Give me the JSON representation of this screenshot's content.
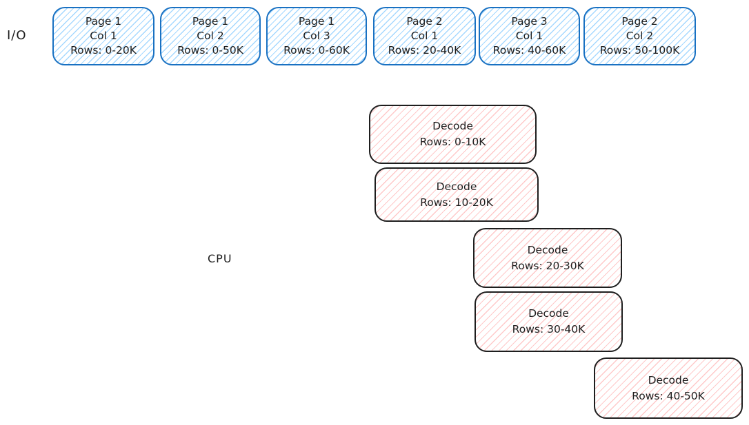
{
  "diagram": {
    "io_lane": {
      "label": "I/O",
      "boxes": [
        {
          "line1": "Page 1",
          "line2": "Col 1",
          "line3": "Rows: 0-20K"
        },
        {
          "line1": "Page 1",
          "line2": "Col 2",
          "line3": "Rows: 0-50K"
        },
        {
          "line1": "Page 1",
          "line2": "Col 3",
          "line3": "Rows: 0-60K"
        },
        {
          "line1": "Page 2",
          "line2": "Col 1",
          "line3": "Rows: 20-40K"
        },
        {
          "line1": "Page 3",
          "line2": "Col 1",
          "line3": "Rows: 40-60K"
        },
        {
          "line1": "Page 2",
          "line2": "Col 2",
          "line3": "Rows: 50-100K"
        }
      ]
    },
    "cpu_lane": {
      "label": "CPU",
      "boxes": [
        {
          "line1": "Decode",
          "line2": "Rows: 0-10K"
        },
        {
          "line1": "Decode",
          "line2": "Rows: 10-20K"
        },
        {
          "line1": "Decode",
          "line2": "Rows: 20-30K"
        },
        {
          "line1": "Decode",
          "line2": "Rows: 30-40K"
        },
        {
          "line1": "Decode",
          "line2": "Rows: 40-50K"
        }
      ]
    },
    "colors": {
      "io_border": "#1971c2",
      "io_hatch": "#a5d8ff",
      "cpu_border": "#1e1e1e",
      "cpu_hatch": "#ffc9c9",
      "text": "#1e1e1e",
      "background": "#ffffff"
    }
  }
}
